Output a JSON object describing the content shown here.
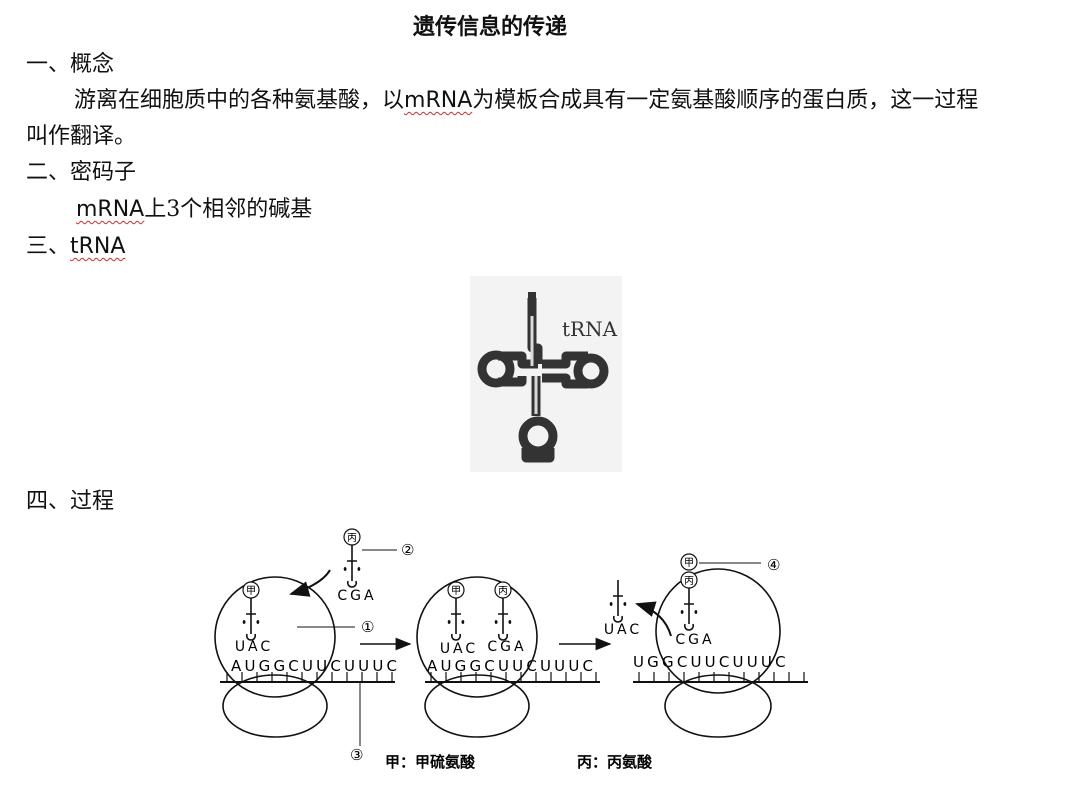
{
  "doc": {
    "title": "遗传信息的传递",
    "section1": {
      "heading": "一、概念",
      "line1_pre": "游离在细胞质中的各种氨基酸，以",
      "line1_term": "mRNA",
      "line1_post": "为模板合成具有一定氨基酸顺序的蛋白质，这一过程",
      "line2": "叫作翻译。"
    },
    "section2": {
      "heading": "二、密码子",
      "body_term": "mRNA",
      "body_post": "上3个相邻的碱基"
    },
    "section3": {
      "heading_prefix": "三、",
      "heading_term": "tRNA"
    },
    "trna_figure": {
      "label": "tRNA"
    },
    "section4": {
      "heading": "四、过程"
    },
    "diagram": {
      "amino_jia": "甲",
      "amino_bing": "丙",
      "anticodon_uac": "UAC",
      "anticodon_cga": "CGA",
      "mrna_seq_1": "AUGGCUUCUUUC",
      "mrna_seq_2": "AUGGCUUCUUUC",
      "mrna_seq_3": "UGGCUUCUUUC",
      "mark1": "①",
      "mark2": "②",
      "mark3": "③",
      "mark4": "④",
      "legend_jia": "甲：甲硫氨酸",
      "legend_bing": "丙：丙氨酸"
    }
  }
}
